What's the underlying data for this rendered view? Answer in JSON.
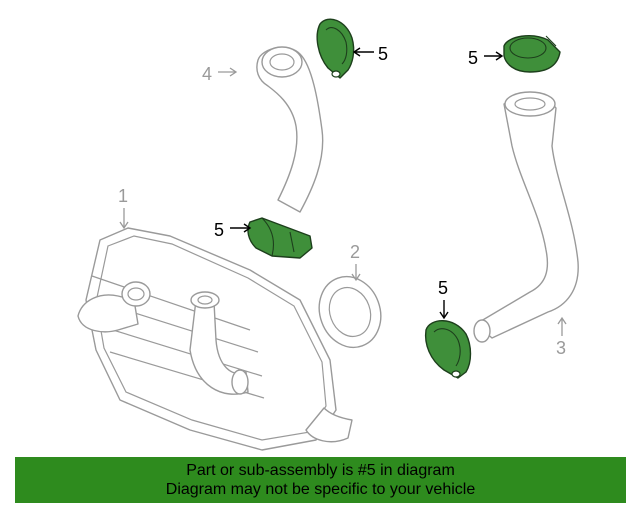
{
  "callouts": {
    "part_1": "1",
    "part_2": "2",
    "part_3": "3",
    "part_4": "4",
    "part_5_top_left": "5",
    "part_5_top_right": "5",
    "part_5_middle": "5",
    "part_5_bottom_right": "5"
  },
  "banner": {
    "line1": "Part or sub-assembly is #5 in diagram",
    "line2": "Diagram may not be specific to your vehicle",
    "color": "#2e8b1e"
  },
  "colors": {
    "highlight_part": "#3f8f3a",
    "line_art": "#9a9a9a"
  }
}
